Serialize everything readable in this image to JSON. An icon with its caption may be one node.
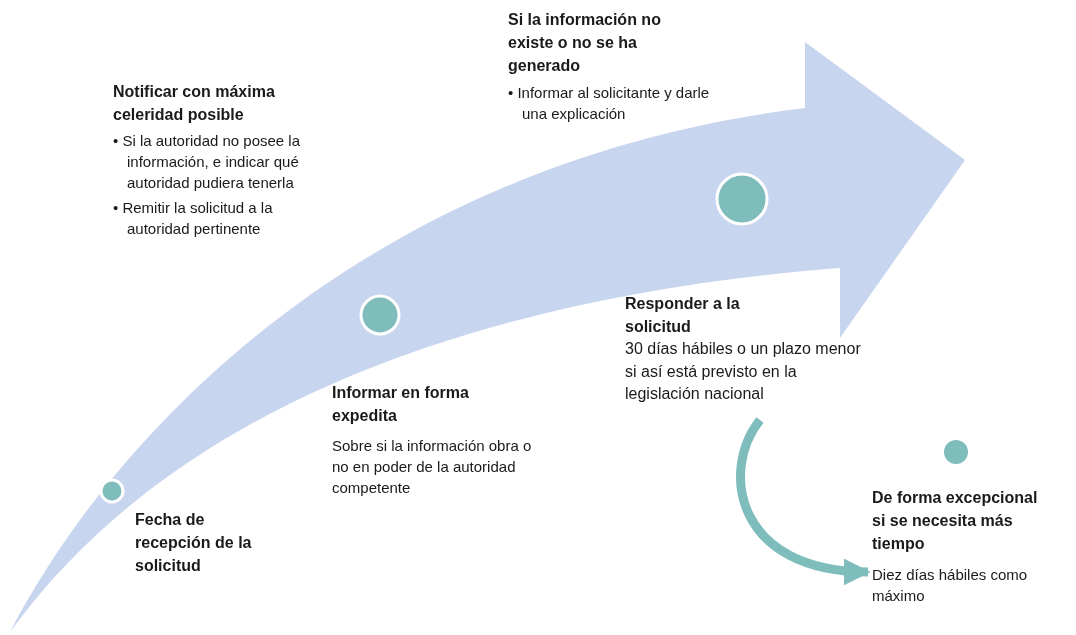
{
  "diagram": {
    "nodes": [
      {
        "text": [
          "Fecha de recepción de la solicitud"
        ]
      },
      {
        "text": [
          "Notificar con máxima celeridad posible",
          "• Si la autoridad no posee la información, e indicar qué autoridad pudiera tenerla",
          "• Remitir la solicitud a la autoridad pertinente"
        ]
      },
      {
        "text": [
          "Informar en forma expedita",
          "Sobre si la información obra o no en poder de la autoridad competente"
        ]
      },
      {
        "text": [
          "Si la información no existe o no se ha generado",
          "• Informar al solicitante y darle una explicación"
        ]
      },
      {
        "text": [
          "Responder a la solicitud",
          "30 días hábiles o un plazo menor si así está previsto en la legislación nacional"
        ]
      },
      {
        "text": [
          "De forma excepcional si se necesita más tiempo",
          "Diez días hábiles como máximo"
        ]
      }
    ],
    "edges": [
      {
        "from": 4,
        "to": 5,
        "arrow": "to",
        "color": "#7fbcbc"
      }
    ]
  }
}
